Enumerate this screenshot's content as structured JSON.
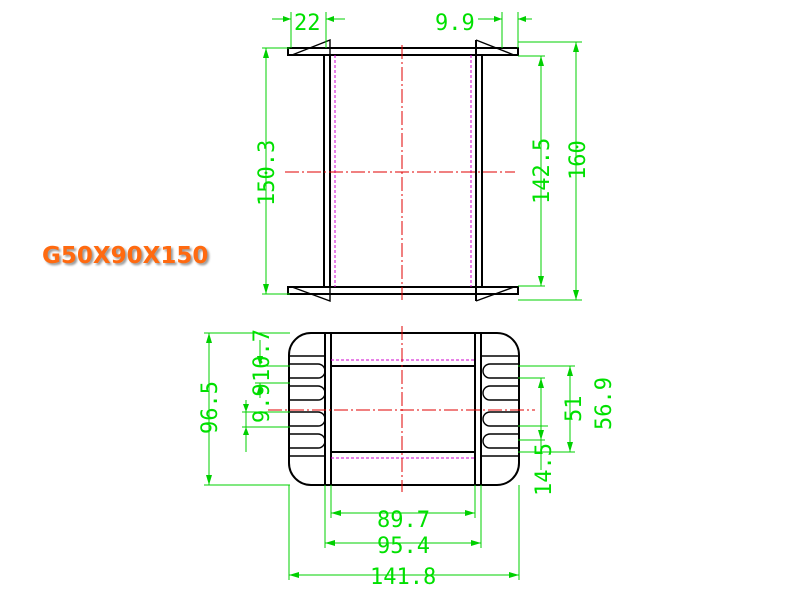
{
  "title": "G50X90X150",
  "dimensions": {
    "top_flange_width": "22",
    "pin_offset": "9.9",
    "height_overall_left": "150.3",
    "height_inner": "142.5",
    "height_overall_right": "160",
    "side_10_7": "10.7",
    "side_96_5": "96.5",
    "side_9_9": "9.9",
    "side_51": "51",
    "side_56_9": "56.9",
    "side_14_5": "14.5",
    "bottom_89_7": "89.7",
    "bottom_95_4": "95.4",
    "bottom_141_8": "141.8"
  },
  "colors": {
    "dimension": "#00e000",
    "outline": "#000000",
    "centerline": "#e00000",
    "hidden": "#d000d0",
    "title": "#ff6a10"
  }
}
